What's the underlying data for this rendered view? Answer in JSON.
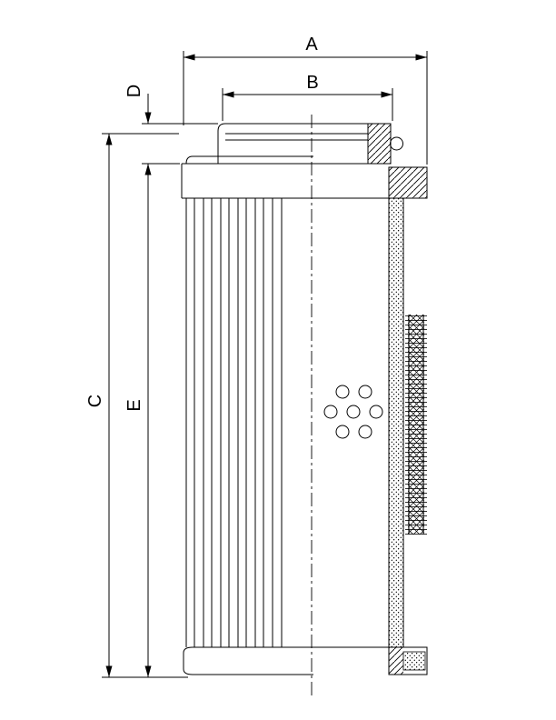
{
  "drawing": {
    "description": "Dimensioned cross-section drawing of a hydraulic filter element",
    "background_color": "#ffffff",
    "line_color": "#000000",
    "dimension_labels": {
      "a": "A",
      "b": "B",
      "c": "C",
      "d": "D",
      "e": "E"
    },
    "features": {
      "drain_hole_count": 7
    }
  }
}
